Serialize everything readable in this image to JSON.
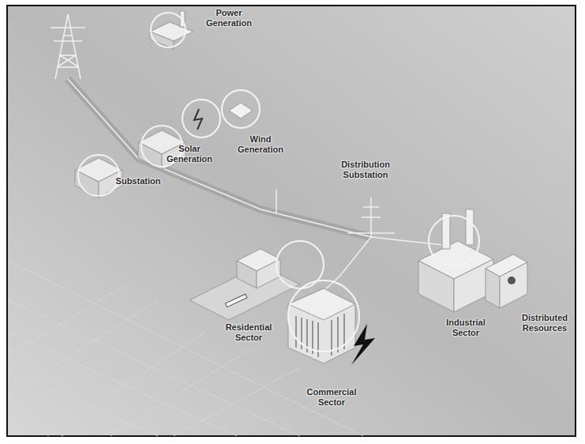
{
  "diagram": {
    "labels": [
      "Power Generation",
      "Solar Generation",
      "Wind Generation",
      "Substation",
      "Distribution Substation",
      "Residential Sector",
      "Commercial Sector",
      "Industrial Sector",
      "Distributed Resources"
    ]
  }
}
